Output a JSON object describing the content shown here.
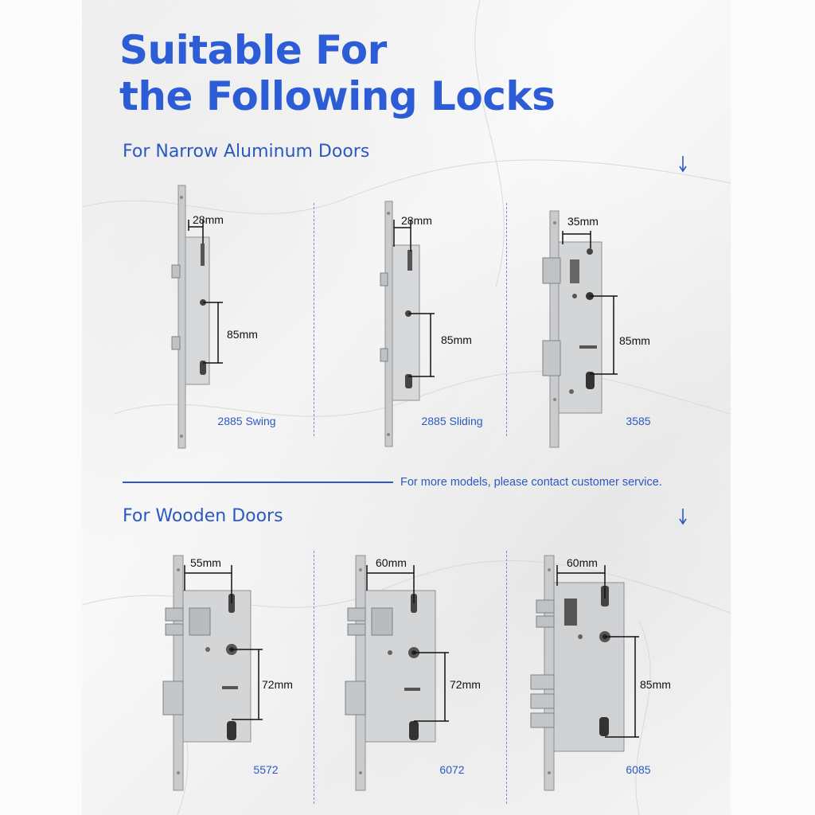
{
  "title": {
    "line1": "Suitable For",
    "line2": "the Following Locks"
  },
  "sections": {
    "narrow": "For Narrow Aluminum Doors",
    "wooden": "For Wooden Doors"
  },
  "note": "For more models, please contact customer service.",
  "colors": {
    "accent": "#2b59c3",
    "dimension_line": "#111111"
  },
  "icons": {
    "section_arrow": "arrow-down-icon"
  },
  "locks": [
    {
      "model": "2885 Swing",
      "top_dim": "28mm",
      "side_dim": "85mm"
    },
    {
      "model": "2885 Sliding",
      "top_dim": "28mm",
      "side_dim": "85mm"
    },
    {
      "model": "3585",
      "top_dim": "35mm",
      "side_dim": "85mm"
    },
    {
      "model": "5572",
      "top_dim": "55mm",
      "side_dim": "72mm"
    },
    {
      "model": "6072",
      "top_dim": "60mm",
      "side_dim": "72mm"
    },
    {
      "model": "6085",
      "top_dim": "60mm",
      "side_dim": "85mm"
    }
  ]
}
